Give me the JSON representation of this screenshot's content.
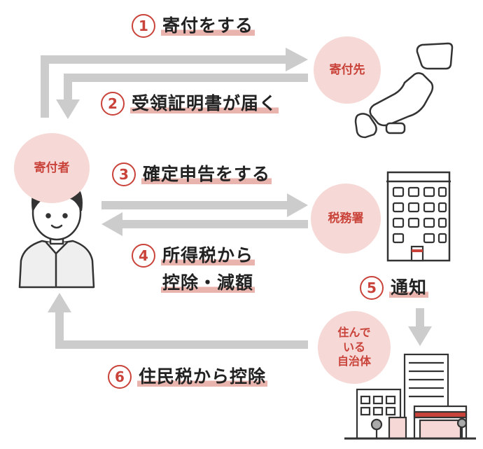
{
  "steps": [
    {
      "num": "1",
      "label": "寄付をする"
    },
    {
      "num": "2",
      "label": "受領証明書が届く"
    },
    {
      "num": "3",
      "label": "確定申告をする"
    },
    {
      "num": "4",
      "label_line1": "所得税から",
      "label_line2": "控除・減額"
    },
    {
      "num": "5",
      "label": "通知"
    },
    {
      "num": "6",
      "label": "住民税から控除"
    }
  ],
  "nodes": {
    "donor": "寄付者",
    "recipient": "寄付先",
    "tax_office": "税務署",
    "municipality_lines": [
      "住んで",
      "いる",
      "自治体"
    ]
  },
  "colors": {
    "accent": "#c9433a",
    "badge_bg": "#f6d9d6",
    "arrow": "#cccccc",
    "highlight": "#e8b4ad"
  }
}
